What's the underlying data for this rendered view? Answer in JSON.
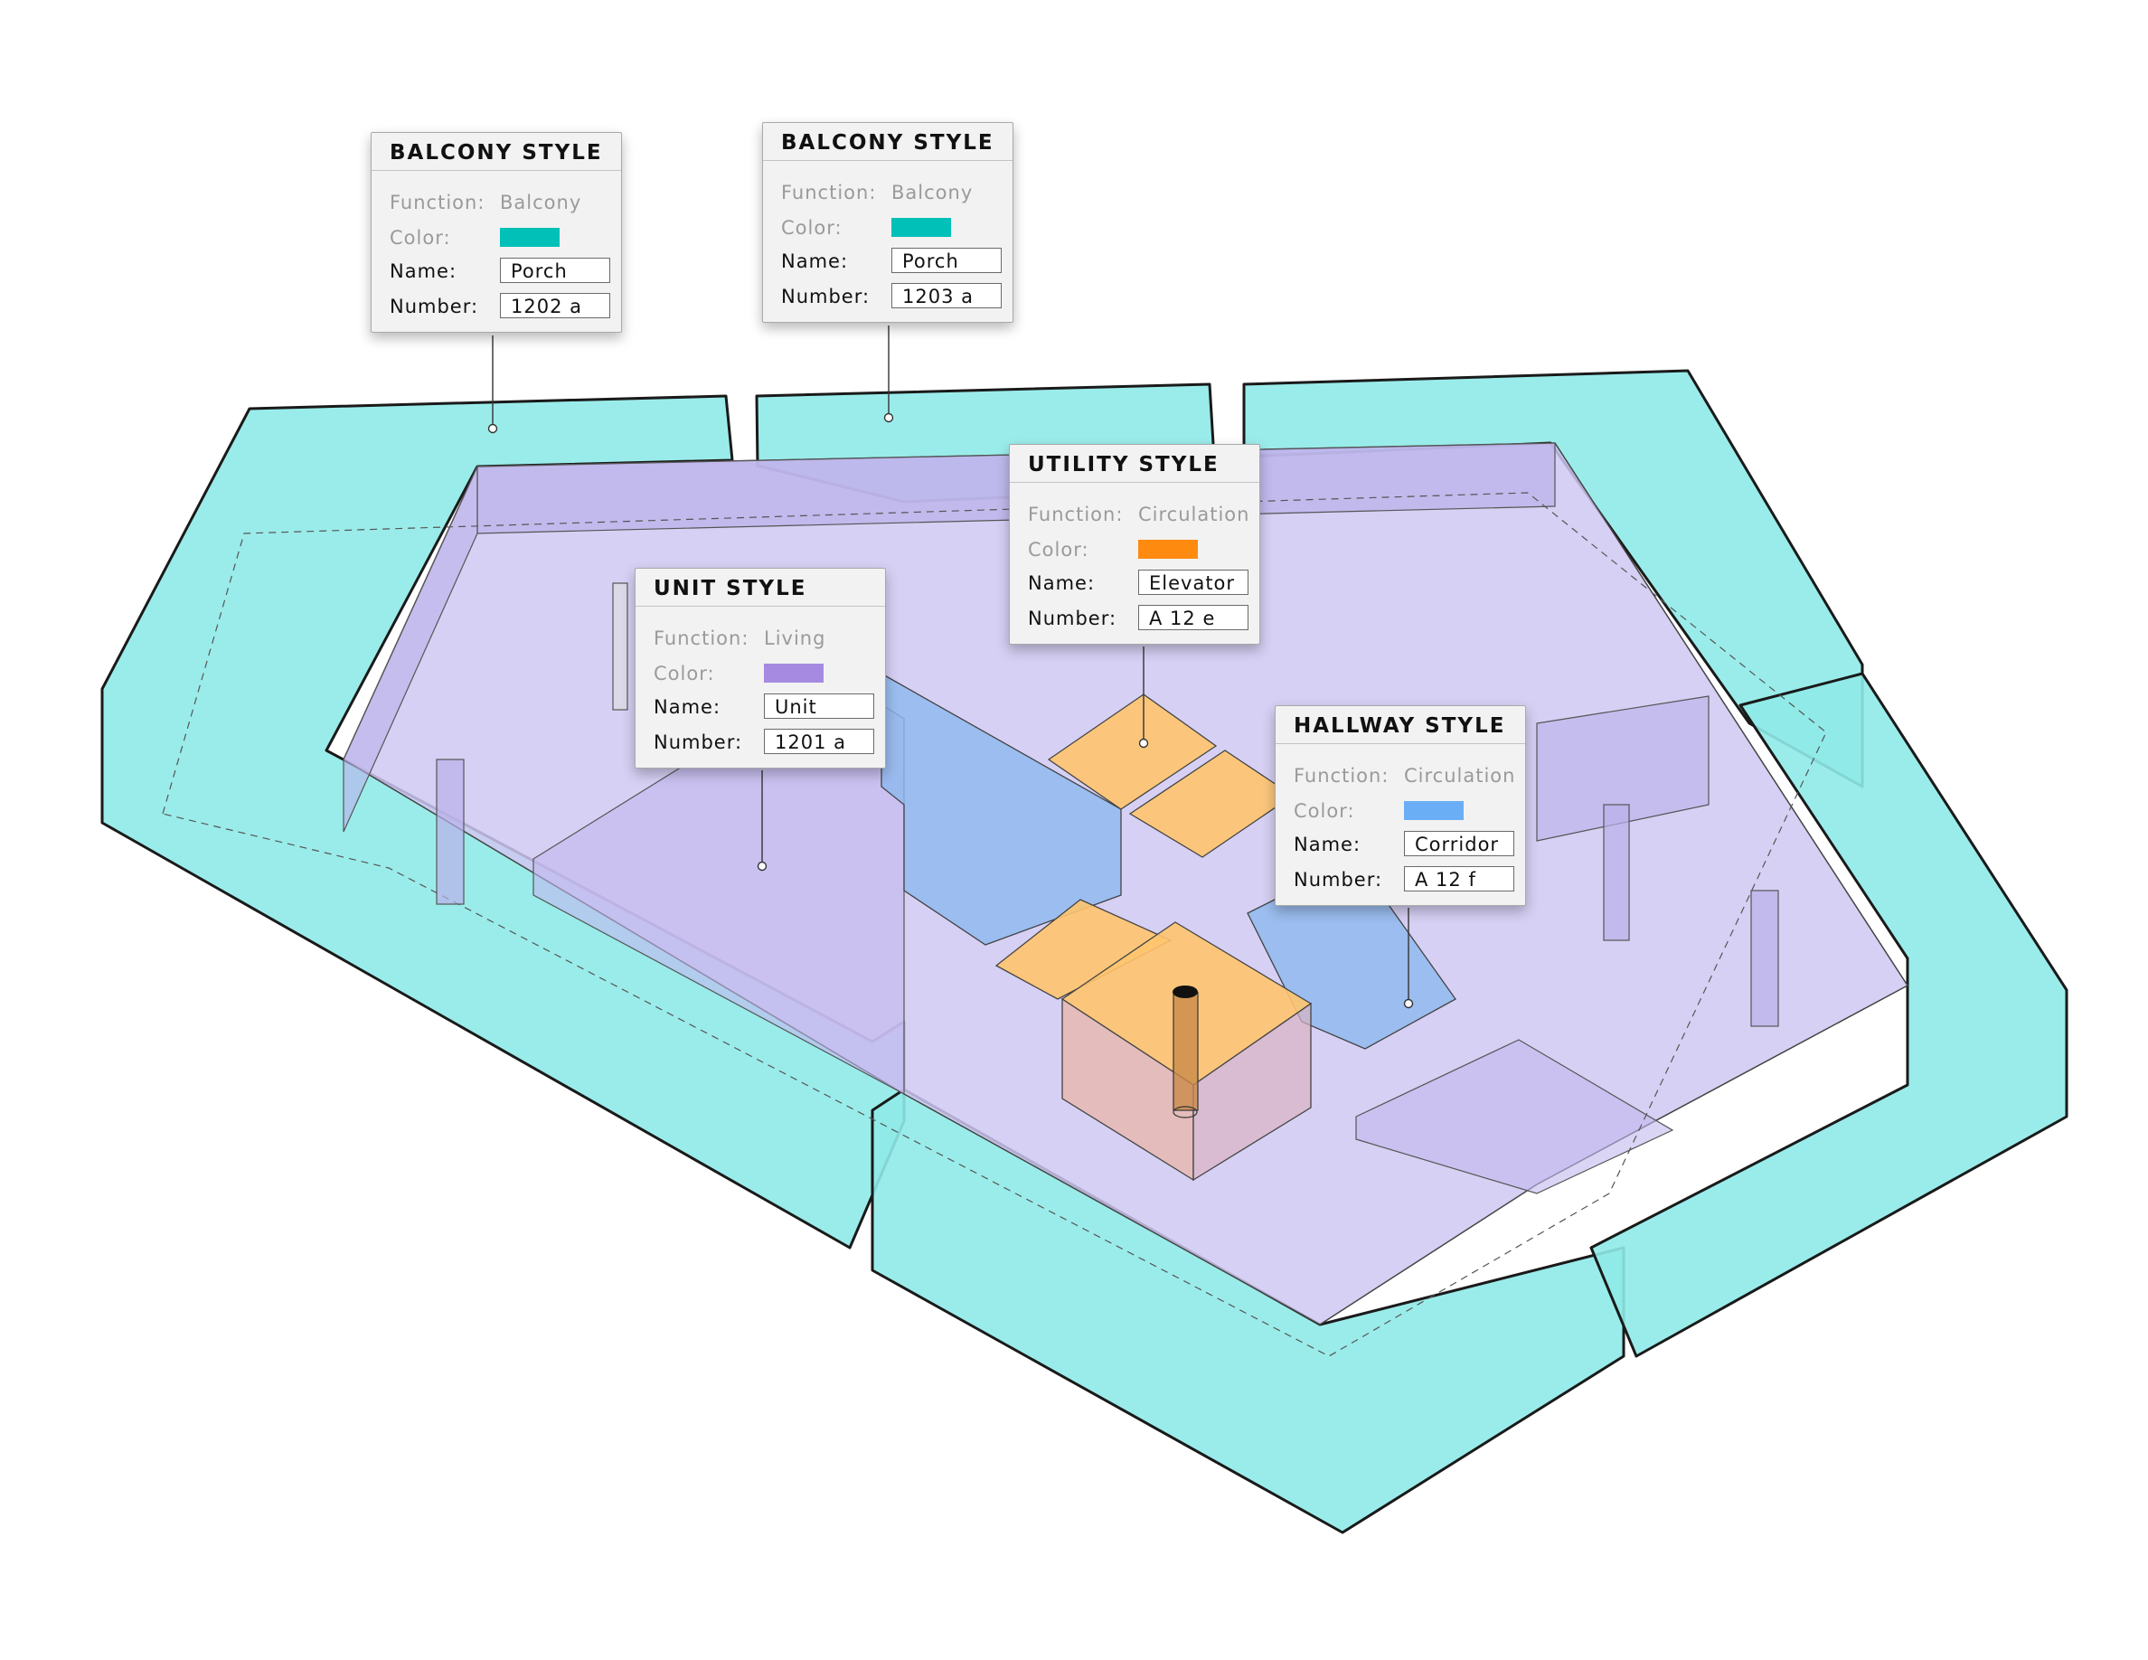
{
  "colors": {
    "balcony": "#00c0b8",
    "unit": "#a68ae2",
    "utility": "#ff8a10",
    "hallway": "#6aaef6",
    "balcony_volume": "#8feae8",
    "unit_volume": "#cfc8f2",
    "utility_volume": "#ffc46e",
    "hallway_volume": "#8cb8ee"
  },
  "labels": {
    "function": "Function:",
    "color": "Color:",
    "name": "Name:",
    "number": "Number:"
  },
  "panels": [
    {
      "id": "balcony-1202",
      "title": "BALCONY STYLE",
      "function": "Balcony",
      "color_key": "balcony",
      "name": "Porch",
      "number": "1202 a"
    },
    {
      "id": "balcony-1203",
      "title": "BALCONY STYLE",
      "function": "Balcony",
      "color_key": "balcony",
      "name": "Porch",
      "number": "1203 a"
    },
    {
      "id": "utility",
      "title": "UTILITY STYLE",
      "function": "Circulation",
      "color_key": "utility",
      "name": "Elevator",
      "number": "A 12 e"
    },
    {
      "id": "unit",
      "title": "UNIT STYLE",
      "function": "Living",
      "color_key": "unit",
      "name": "Unit",
      "number": "1201 a"
    },
    {
      "id": "hallway",
      "title": "HALLWAY STYLE",
      "function": "Circulation",
      "color_key": "hallway",
      "name": "Corridor",
      "number": "A 12 f"
    }
  ]
}
